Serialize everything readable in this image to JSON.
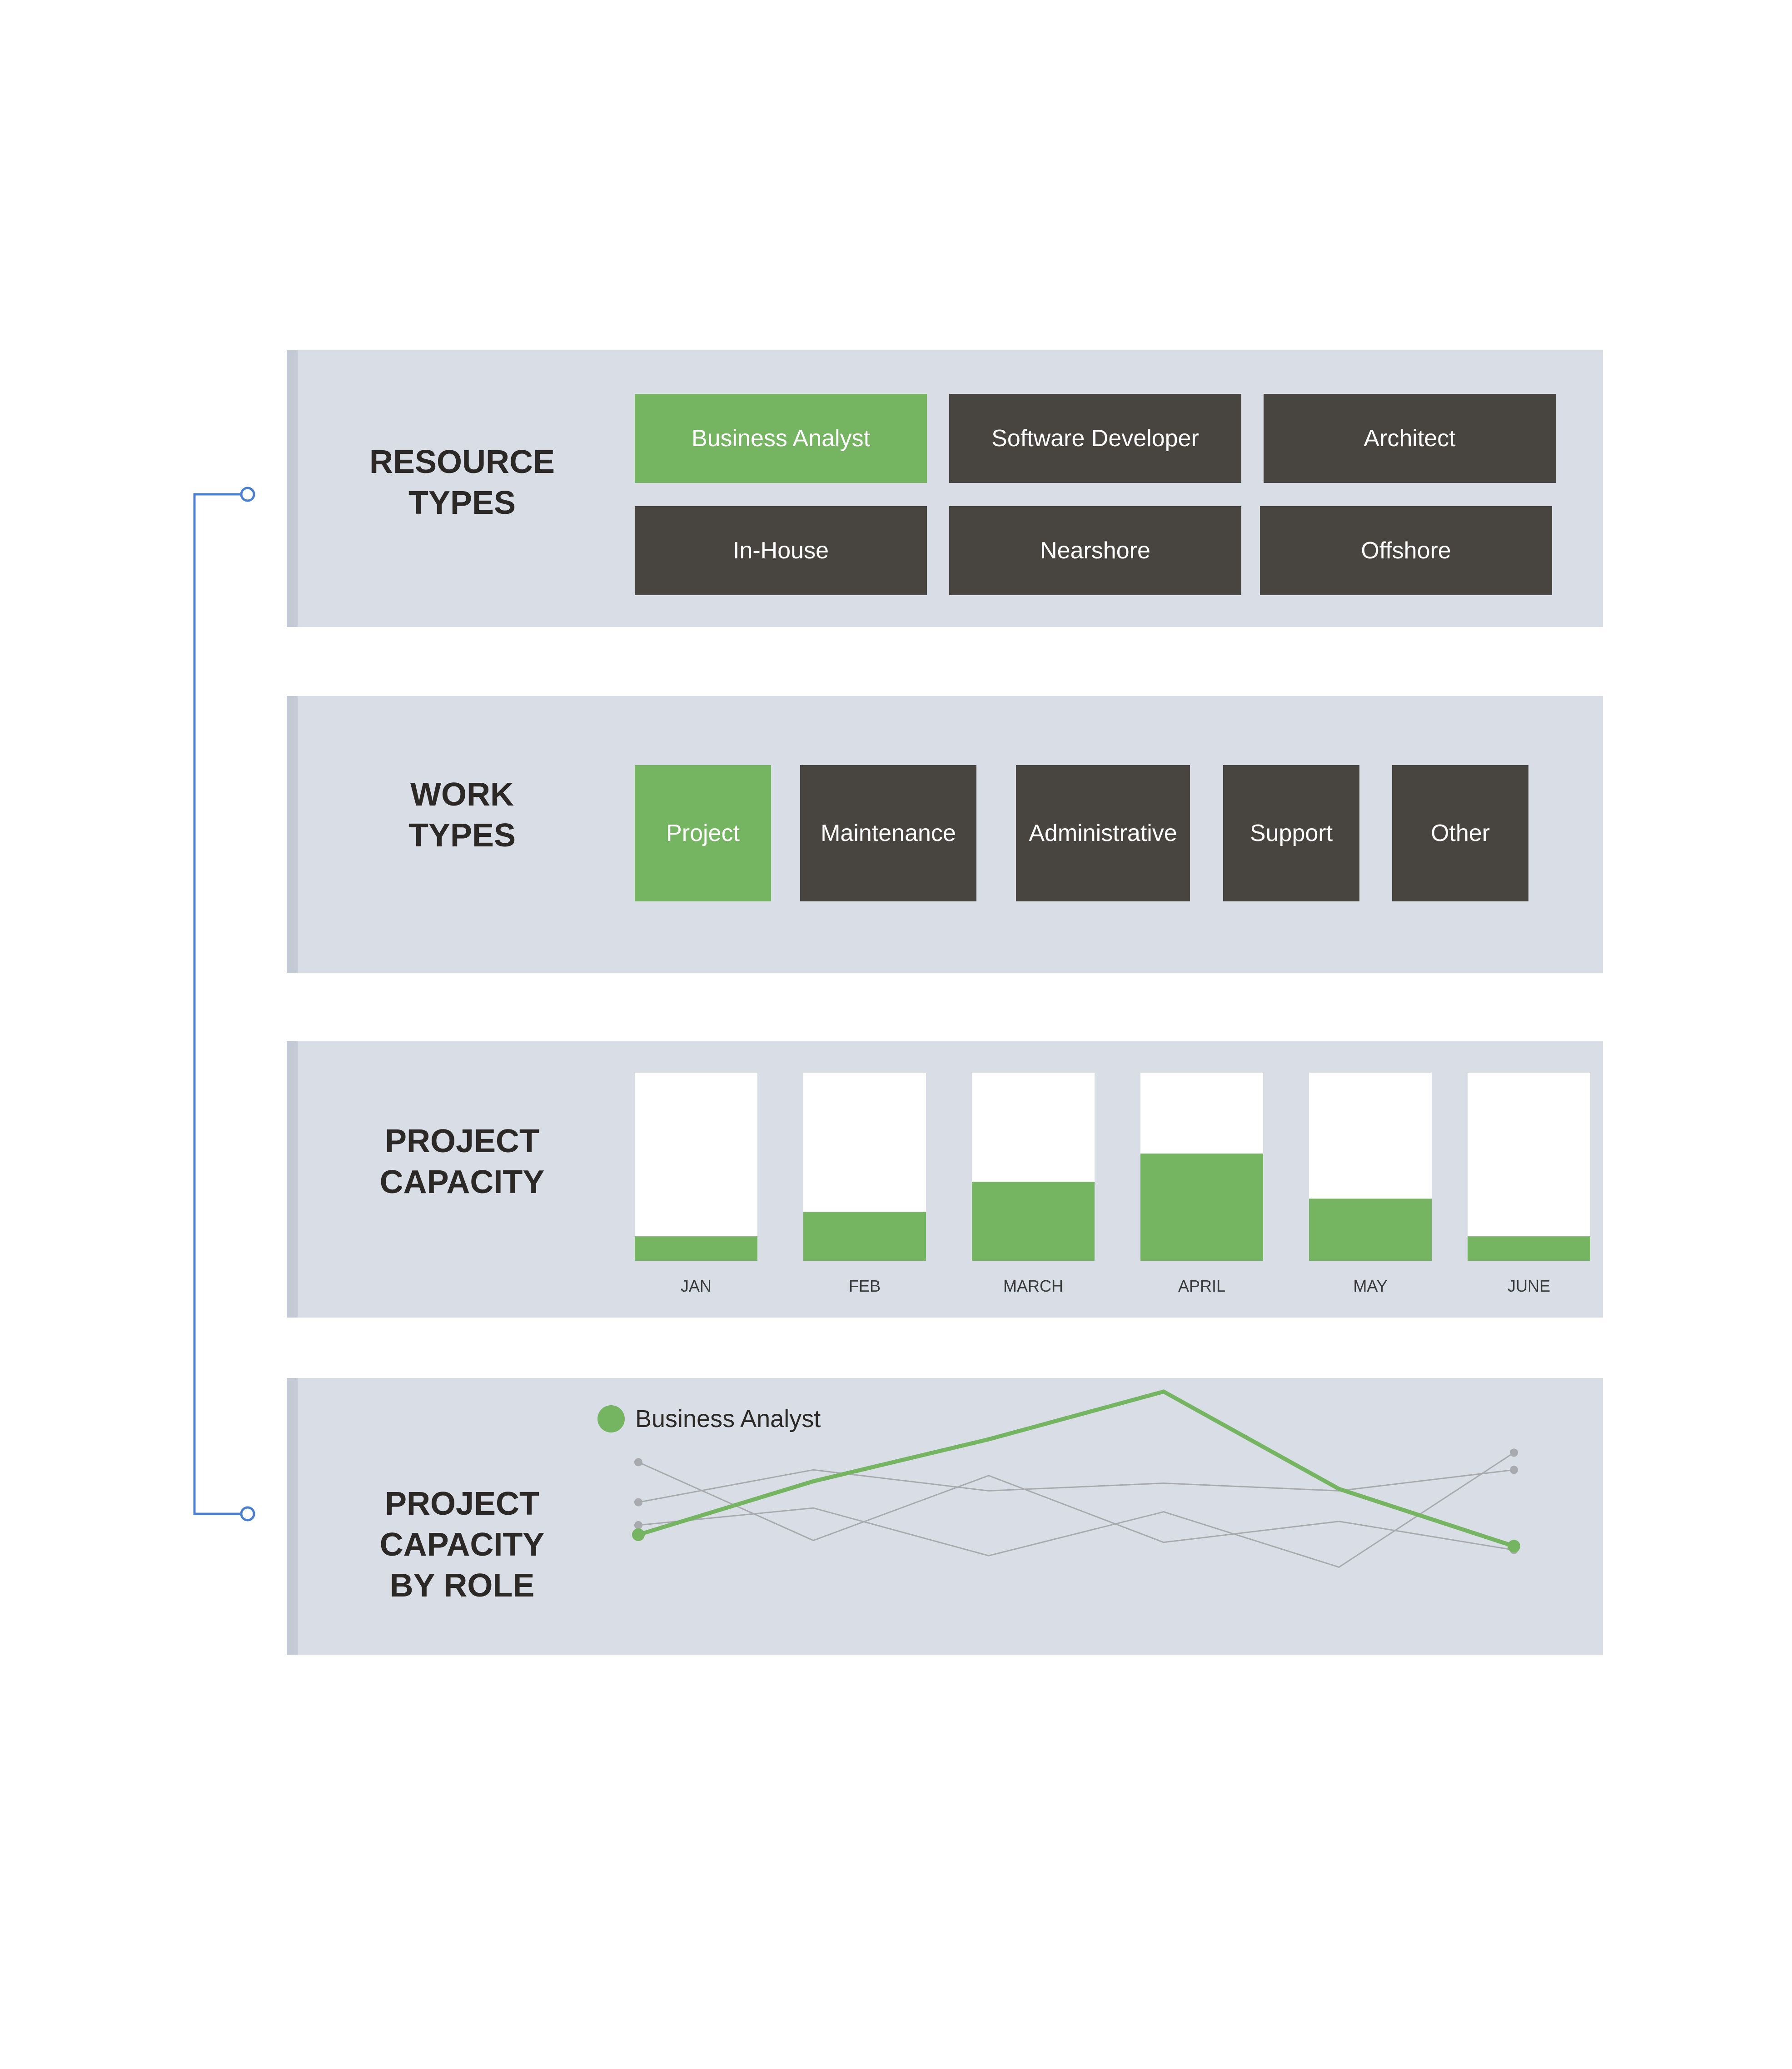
{
  "resource_types": {
    "title": "RESOURCE\nTYPES",
    "items": [
      {
        "label": "Business Analyst",
        "selected": true
      },
      {
        "label": "Software Developer",
        "selected": false
      },
      {
        "label": "Architect",
        "selected": false
      },
      {
        "label": "In-House",
        "selected": false
      },
      {
        "label": "Nearshore",
        "selected": false
      },
      {
        "label": "Offshore",
        "selected": false
      }
    ]
  },
  "work_types": {
    "title": "WORK\nTYPES",
    "items": [
      {
        "label": "Project",
        "selected": true
      },
      {
        "label": "Maintenance",
        "selected": false
      },
      {
        "label": "Administrative",
        "selected": false
      },
      {
        "label": "Support",
        "selected": false
      },
      {
        "label": "Other",
        "selected": false
      }
    ]
  },
  "project_capacity": {
    "title": "PROJECT\nCAPACITY"
  },
  "capacity_by_role": {
    "title": "PROJECT\nCAPACITY\nBY ROLE",
    "legend": "Business Analyst"
  },
  "colors": {
    "accent_green": "#75b562",
    "tile_dark": "#48443f",
    "panel_bg": "#d8dde6",
    "connector_blue": "#4a7fd4",
    "muted_line": "#a8aaae"
  },
  "chart_data": [
    {
      "type": "bar",
      "categories": [
        "JAN",
        "FEB",
        "MARCH",
        "APRIL",
        "MAY",
        "JUNE"
      ],
      "values": [
        0.13,
        0.26,
        0.42,
        0.57,
        0.33,
        0.13
      ],
      "ylim": [
        0,
        1
      ],
      "grid": false
    },
    {
      "type": "line",
      "x": [
        1,
        2,
        3,
        4,
        5,
        6
      ],
      "series": [
        {
          "name": "Business Analyst",
          "highlighted": true,
          "values": [
            0.25,
            0.53,
            0.75,
            1.0,
            0.49,
            0.19
          ]
        },
        {
          "highlighted": false,
          "values": [
            0.42,
            0.59,
            0.48,
            0.52,
            0.48,
            0.59
          ]
        },
        {
          "highlighted": false,
          "values": [
            0.3,
            0.39,
            0.14,
            0.37,
            0.08,
            0.68
          ]
        },
        {
          "highlighted": false,
          "values": [
            0.63,
            0.22,
            0.56,
            0.21,
            0.32,
            0.17
          ]
        }
      ],
      "grid": false,
      "legend_position": "top-left"
    }
  ]
}
